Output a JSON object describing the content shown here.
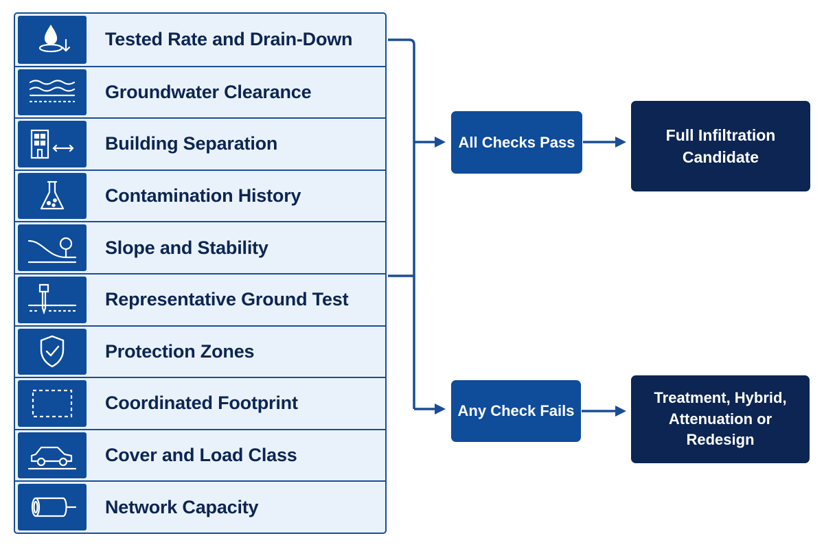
{
  "checks": [
    {
      "label": "Tested Rate and Drain-Down",
      "icon": "water-drop-icon"
    },
    {
      "label": "Groundwater Clearance",
      "icon": "groundwater-waves-icon"
    },
    {
      "label": "Building Separation",
      "icon": "building-distance-icon"
    },
    {
      "label": "Contamination History",
      "icon": "flask-icon"
    },
    {
      "label": "Slope and Stability",
      "icon": "slope-tree-icon"
    },
    {
      "label": "Representative Ground Test",
      "icon": "ground-probe-icon"
    },
    {
      "label": "Protection Zones",
      "icon": "shield-check-icon"
    },
    {
      "label": "Coordinated Footprint",
      "icon": "dashed-footprint-icon"
    },
    {
      "label": "Cover and Load Class",
      "icon": "car-icon"
    },
    {
      "label": "Network Capacity",
      "icon": "pipe-icon"
    }
  ],
  "decision": {
    "pass_label": "All Checks Pass",
    "fail_label": "Any Check Fails"
  },
  "outcomes": {
    "pass_line1": "Full Infiltration",
    "pass_line2": "Candidate",
    "fail_line1": "Treatment, Hybrid,",
    "fail_line2": "Attenuation or Redesign"
  },
  "colors": {
    "primary_blue": "#0f4c9a",
    "navy": "#0c2552",
    "panel_bg": "#e9f2fb",
    "connector": "#1a4d96"
  }
}
